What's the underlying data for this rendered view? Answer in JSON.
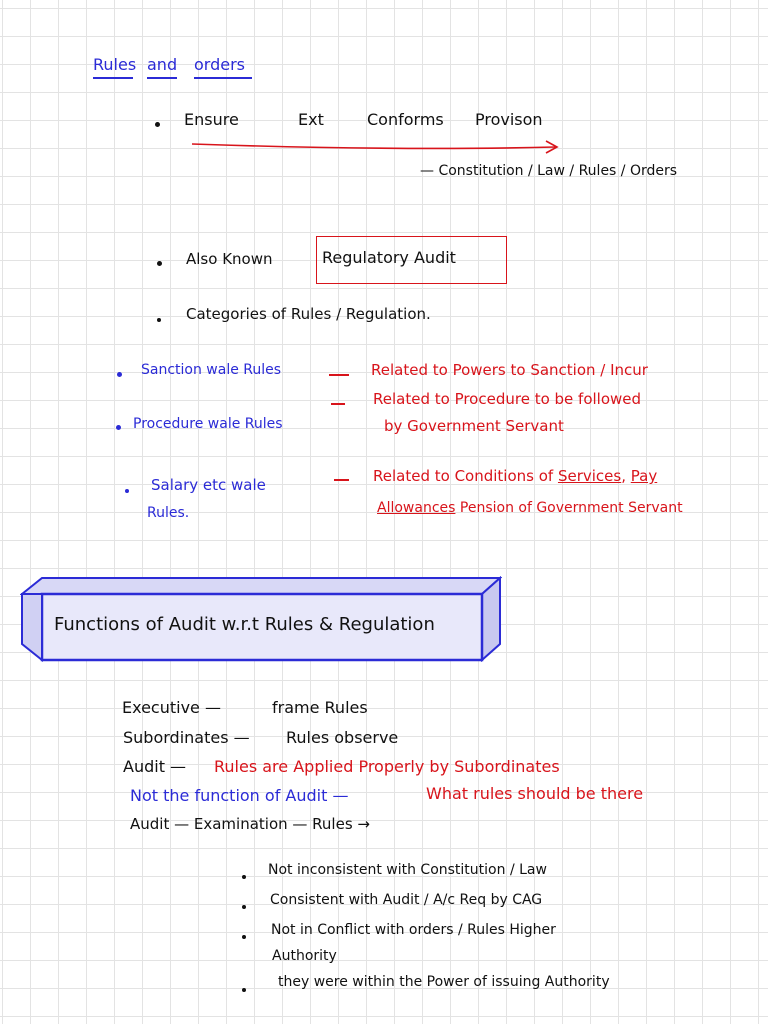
{
  "title": {
    "w1": "Rules",
    "w2": "and",
    "w3": "orders"
  },
  "section1": {
    "bullet1": {
      "w1": "Ensure",
      "w2": "Ext",
      "w3": "Conforms",
      "w4": "Provison"
    },
    "constitution_line": "— Constitution / Law / Rules / Orders",
    "also_known": "Also  Known",
    "regulatory_audit": "Regulatory  Audit",
    "categories": "Categories  of   Rules / Regulation."
  },
  "categories": [
    {
      "name": "Sanction  wale  Rules",
      "desc_line1": "Related  to    Powers to Sanction / Incur",
      "desc_line2": ""
    },
    {
      "name": "Procedure  wale  Rules",
      "desc_line1": "Related  to   Procedure  to  be  followed",
      "desc_line2": "by  Government  Servant"
    },
    {
      "name_line1": "Salary etc  wale",
      "name_line2": "Rules.",
      "desc_line1_a": "Related  to   Conditions  of ",
      "desc_line1_b": "Services",
      "desc_line1_c": ",  ",
      "desc_line1_d": "Pay",
      "desc_line2_a": "Allowances",
      "desc_line2_b": "   Pension  of  Government  Servant"
    }
  ],
  "heading_box": {
    "text": "Functions of  Audit w.r.t  Rules & Regulation"
  },
  "functions": {
    "line1_a": "Executive  —",
    "line1_b": "frame  Rules",
    "line2_a": "Subordinates  —",
    "line2_b": "Rules  observe",
    "line3_a": "Audit  —",
    "line3_b": "Rules  are  Applied  Properly  by  Subordinates",
    "line4_a": "Not  the  function  of  Audit  —",
    "line4_b": "What  rules  should  be  there",
    "line5": "Audit  — Examination —   Rules  →"
  },
  "examination_points": [
    "Not  inconsistent  with   Constitution / Law",
    "Consistent  with  Audit / A/c  Req  by  CAG",
    "Not  in  Conflict  with  orders / Rules  Higher",
    "Authority",
    "they  were  within  the  Power  of  issuing  Authority"
  ],
  "colors": {
    "ink_black": "#111111",
    "ink_blue": "#2b2bd6",
    "ink_red": "#d8141b",
    "heading_fill": "#e8e8fa",
    "grid": "#e3e3e3"
  }
}
